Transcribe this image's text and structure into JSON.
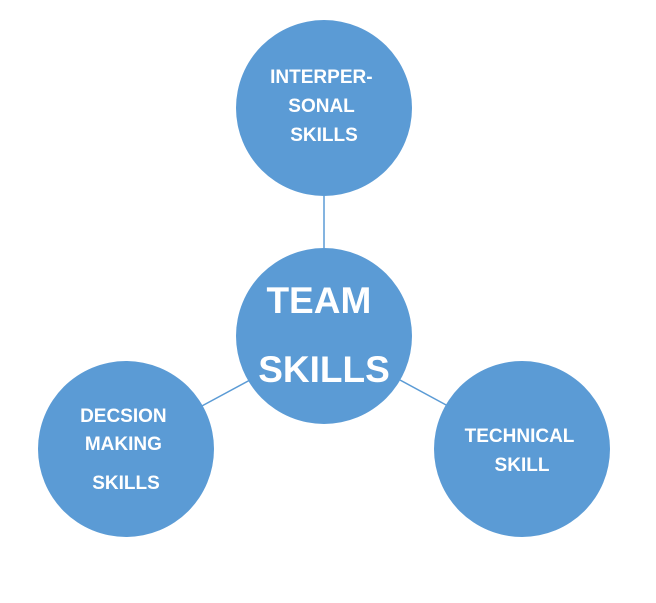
{
  "diagram": {
    "colors": {
      "node_fill": "#5B9BD5",
      "connector": "#5B9BD5",
      "text": "#FFFFFF",
      "background": "#FFFFFF"
    },
    "center": {
      "lines": [
        "TEAM",
        "SKILLS"
      ]
    },
    "top": {
      "lines": [
        "INTERPER-",
        "SONAL",
        "SKILLS"
      ]
    },
    "bottom_left": {
      "lines": [
        "DECSION",
        "MAKING",
        "SKILLS"
      ]
    },
    "bottom_right": {
      "lines": [
        "TECHNICAL",
        "SKILL"
      ]
    }
  }
}
